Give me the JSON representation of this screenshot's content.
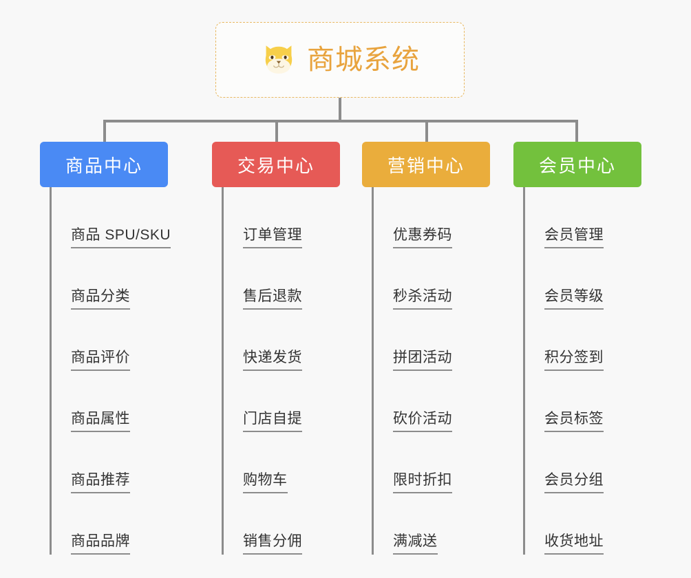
{
  "root": {
    "title": "商城系统",
    "icon": "shiba-dog-emoji",
    "border_color": "#e8b860",
    "text_color": "#e8a33d"
  },
  "connector_color": "#8c8c8c",
  "background_color": "#f8f8f8",
  "branches": [
    {
      "label": "商品中心",
      "color": "#4a8af4",
      "items": [
        "商品 SPU/SKU",
        "商品分类",
        "商品评价",
        "商品属性",
        "商品推荐",
        "商品品牌"
      ]
    },
    {
      "label": "交易中心",
      "color": "#e65a56",
      "items": [
        "订单管理",
        "售后退款",
        "快递发货",
        "门店自提",
        "购物车",
        "销售分佣"
      ]
    },
    {
      "label": "营销中心",
      "color": "#eaad3c",
      "items": [
        "优惠券码",
        "秒杀活动",
        "拼团活动",
        "砍价活动",
        "限时折扣",
        "满减送"
      ]
    },
    {
      "label": "会员中心",
      "color": "#73c13d",
      "items": [
        "会员管理",
        "会员等级",
        "积分签到",
        "会员标签",
        "会员分组",
        "收货地址"
      ]
    }
  ]
}
